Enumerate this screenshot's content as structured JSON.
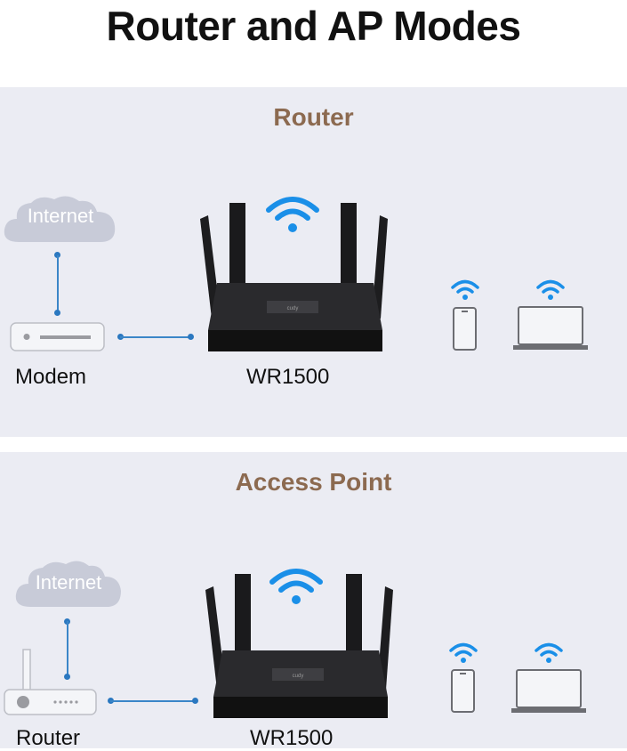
{
  "title": "Router and AP Modes",
  "colors": {
    "heading": "#8c6a50",
    "wifi": "#1a8fe8",
    "cloud": "#c8cbd8",
    "panel": "#ebecf3"
  },
  "router_mode": {
    "heading": "Router",
    "cloud_label": "Internet",
    "source_label": "Modem",
    "device_label": "WR1500",
    "device_brand": "cudy"
  },
  "ap_mode": {
    "heading": "Access Point",
    "cloud_label": "Internet",
    "source_label": "Router",
    "device_label": "WR1500",
    "device_brand": "cudy"
  }
}
